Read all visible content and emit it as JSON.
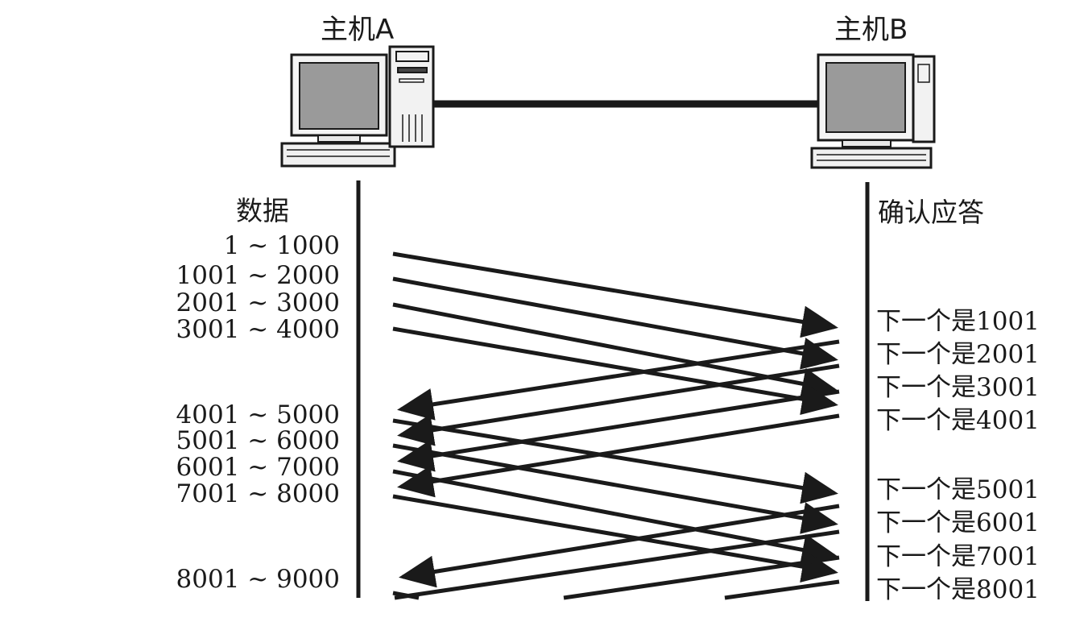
{
  "hosts": {
    "a_label": "主机A",
    "b_label": "主机B"
  },
  "columns": {
    "data_header": "数据",
    "ack_header": "确认应答"
  },
  "segments": [
    "1 ~ 1000",
    "1001 ~ 2000",
    "2001 ~ 3000",
    "3001 ~ 4000",
    "4001 ~ 5000",
    "5001 ~ 6000",
    "6001 ~ 7000",
    "7001 ~ 8000",
    "8001 ~ 9000"
  ],
  "acks": [
    "下一个是1001",
    "下一个是2001",
    "下一个是3001",
    "下一个是4001",
    "下一个是5001",
    "下一个是6001",
    "下一个是7001",
    "下一个是8001"
  ],
  "colors": {
    "ink": "#1a1a1a",
    "screen": "#9a9a9a"
  },
  "icons": [
    "desktop-computer-icon",
    "tower-case-icon"
  ]
}
